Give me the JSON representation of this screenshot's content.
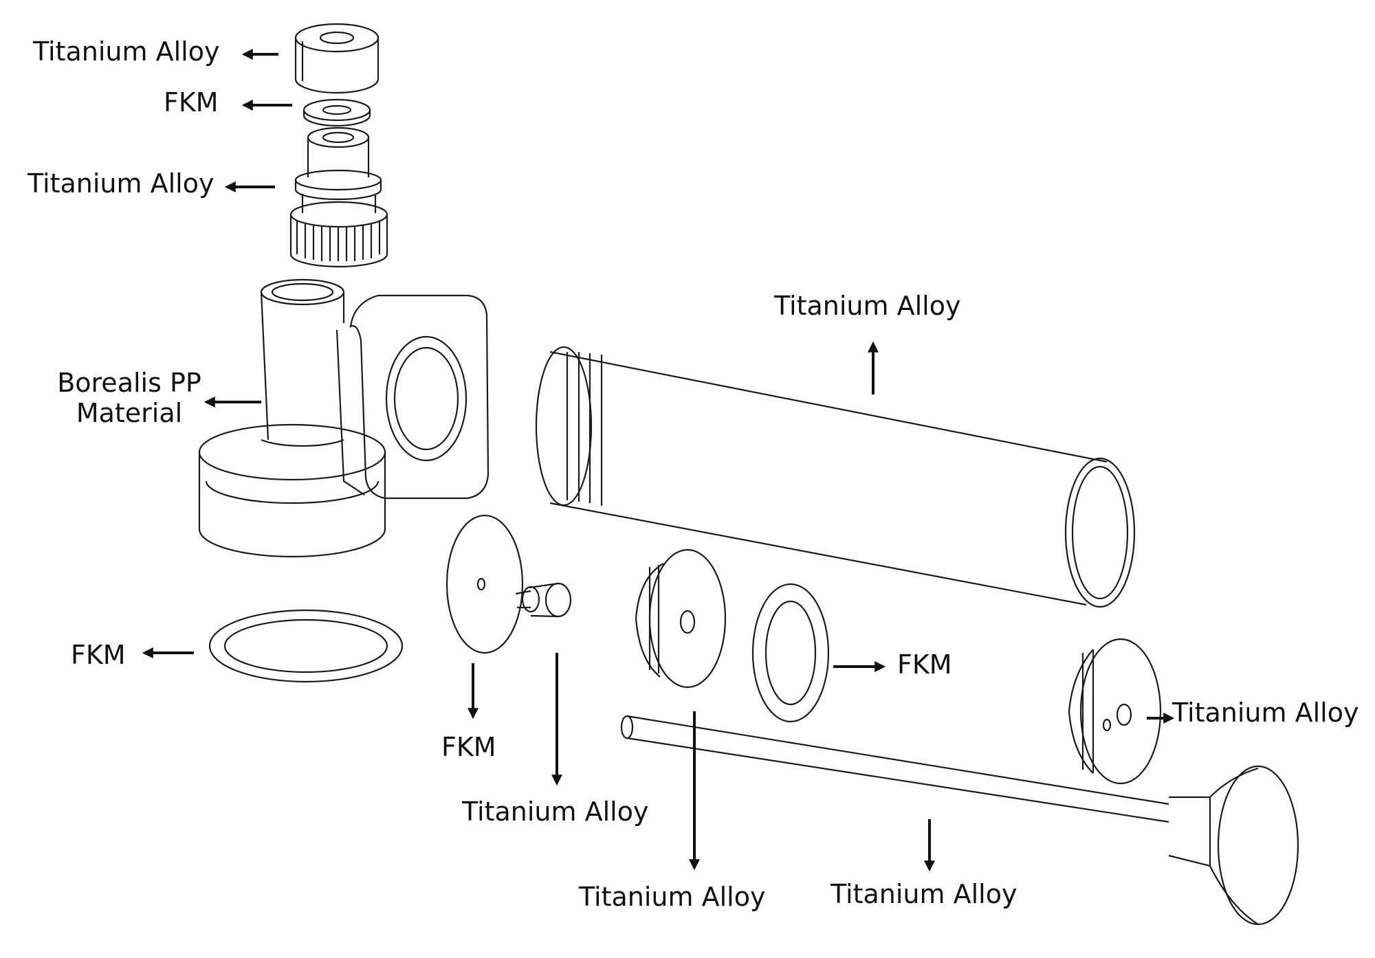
{
  "colors": {
    "line": "#1a1a1a",
    "background": "#ffffff",
    "text": "#111111"
  },
  "labels": {
    "cap": "Titanium Alloy",
    "seal_top": "FKM",
    "nozzle": "Titanium Alloy",
    "body": [
      "Borealis PP",
      "Material"
    ],
    "tube": "Titanium Alloy",
    "base_oring": "FKM",
    "disc": "FKM",
    "pin": "Titanium Alloy",
    "piston": "Titanium Alloy",
    "ring": "FKM",
    "endcap": "Titanium Alloy",
    "rod": "Titanium Alloy"
  }
}
